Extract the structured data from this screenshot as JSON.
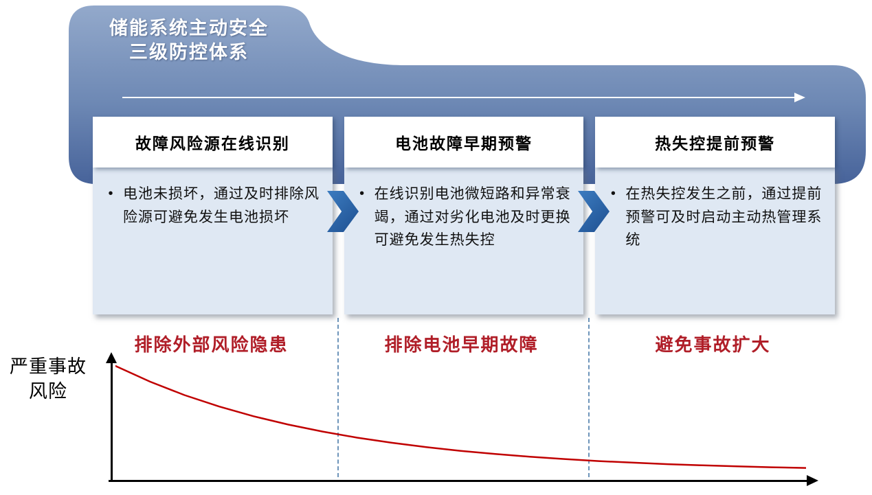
{
  "title": {
    "line1": "储能系统主动安全",
    "line2": "三级防控体系"
  },
  "glyphs": {
    "bullet": "•"
  },
  "stages": [
    {
      "header": "故障风险源在线识别",
      "body": "电池未损坏，通过及时排除风险源可避免发生电池损坏",
      "label": "排除外部风险隐患"
    },
    {
      "header": "电池故障早期预警",
      "body": "在线识别电池微短路和异常衰竭，通过对劣化电池及时更换可避免发生热失控",
      "label": "排除电池早期故障"
    },
    {
      "header": "热失控提前预警",
      "body": "在热失控发生之前，通过提前预警可及时启动主动热管理系统",
      "label": "避免事故扩大"
    }
  ],
  "risk_axis": {
    "y_label_line1": "严重事故",
    "y_label_line2": "风险"
  },
  "colors": {
    "banner_top": "#93a9cb",
    "banner_bottom": "#47639a",
    "card_body": "#dfe8f3",
    "chevron": "#2a5fa0",
    "stage_label_red": "#b01e28",
    "curve_red": "#c00000",
    "dashed_separator": "#6d94ba",
    "axis_black": "#000000"
  },
  "chart_data": {
    "type": "line",
    "ylabel": "严重事故风险",
    "xlabel": "",
    "ylim": [
      0,
      100
    ],
    "x": [
      0,
      0.5,
      1,
      1.5,
      2,
      2.5,
      3,
      3.5,
      4,
      4.5,
      5,
      5.5,
      6,
      6.5,
      7,
      7.5,
      8,
      8.5,
      9,
      9.5,
      10
    ],
    "y": [
      100,
      85.2,
      72.6,
      61.9,
      52.7,
      44.9,
      38.3,
      32.6,
      27.8,
      23.7,
      20.2,
      17.2,
      14.7,
      12.5,
      10.6,
      9.1,
      7.7,
      6.6,
      5.6,
      4.8,
      4.1
    ],
    "series_name": "严重事故风险",
    "legend": false,
    "grid": false
  }
}
